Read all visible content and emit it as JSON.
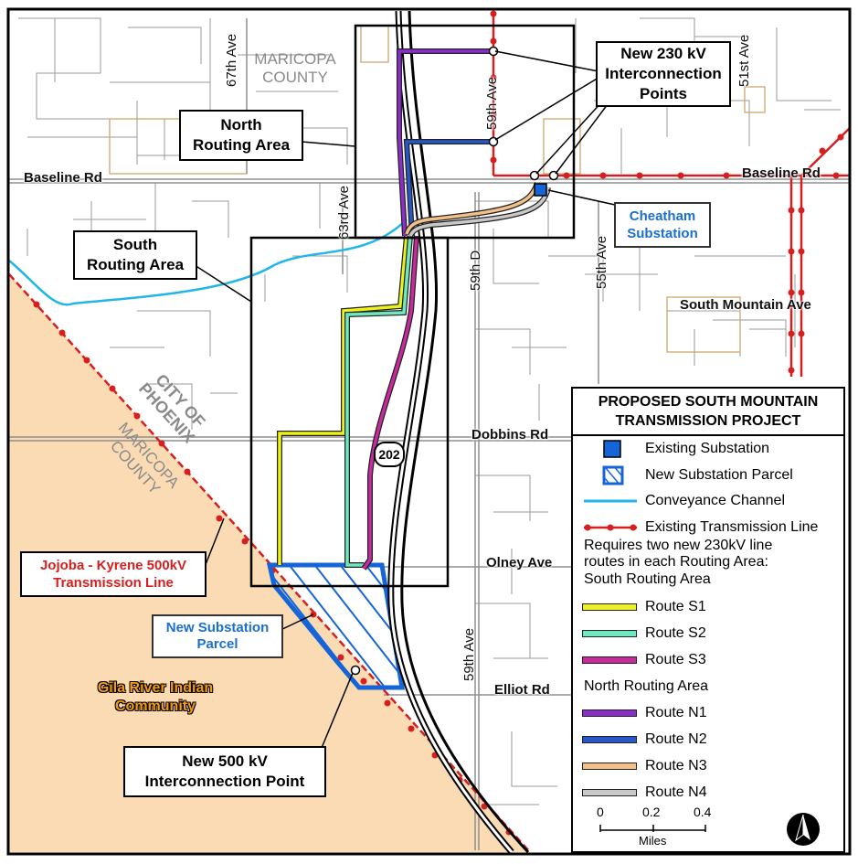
{
  "map": {
    "title_lines": [
      "PROPOSED SOUTH MOUNTAIN",
      "TRANSMISSION PROJECT"
    ],
    "colors": {
      "community_fill": "#fadbb4",
      "transmission": "#d61f1f",
      "conveyance": "#22b6e8",
      "route_s1": "#eef21c",
      "route_s2": "#6fe8c0",
      "route_s3": "#c8299c",
      "route_n1": "#8a2fc9",
      "route_n2": "#2757c9",
      "route_n3": "#f4c08a",
      "route_n4": "#c9c9c9",
      "substation": "#1565d8",
      "callout_blue": "#1a6fd1"
    },
    "streets": {
      "ave_67th": "67th Ave",
      "ave_63rd": "63rd Ave",
      "ave_59th_top": "59th Ave",
      "ave_51st": "51st Ave",
      "ave_59th_d": "59th D",
      "ave_55th": "55th Ave",
      "ave_59th_bottom": "59th Ave",
      "baseline_west": "Baseline Rd",
      "baseline_east": "Baseline Rd",
      "south_mountain": "South Mountain Ave",
      "dobbins": "Dobbins Rd",
      "olney": "Olney Ave",
      "elliot": "Elliot Rd"
    },
    "jurisdictions": {
      "maricopa_top": [
        "MARICOPA",
        "COUNTY"
      ],
      "city_of_phoenix": [
        "CITY OF",
        "PHOENIX"
      ],
      "maricopa_diag": [
        "MARICOPA",
        "COUNTY"
      ]
    },
    "highway_shield": "202",
    "community": [
      "Gila River Indian",
      "Community"
    ],
    "callouts": {
      "north_routing": [
        "North",
        "Routing Area"
      ],
      "south_routing": [
        "South",
        "Routing Area"
      ],
      "interconnect_230": [
        "New 230 kV",
        "Interconnection",
        "Points"
      ],
      "cheatham": [
        "Cheatham",
        "Substation"
      ],
      "jojoba": [
        "Jojoba - Kyrene 500kV",
        "Transmission Line"
      ],
      "new_parcel": [
        "New Substation",
        "Parcel"
      ],
      "interconnect_500": [
        "New 500 kV",
        "Interconnection Point"
      ]
    }
  },
  "legend": {
    "items": [
      {
        "label": "Existing Substation",
        "icon": "existing-substation"
      },
      {
        "label": "New Substation Parcel",
        "icon": "new-substation-parcel"
      },
      {
        "label": "Conveyance Channel",
        "icon": "conveyance-channel"
      },
      {
        "label": "Existing Transmission Line",
        "icon": "transmission-line"
      }
    ],
    "note": [
      "Requires two new 230kV line",
      "routes in each Routing Area:"
    ],
    "south_heading": "South Routing Area",
    "south_routes": [
      {
        "label": "Route S1",
        "color": "#eef21c"
      },
      {
        "label": "Route S2",
        "color": "#6fe8c0"
      },
      {
        "label": "Route S3",
        "color": "#c8299c"
      }
    ],
    "north_heading": "North Routing Area",
    "north_routes": [
      {
        "label": "Route N1",
        "color": "#8a2fc9"
      },
      {
        "label": "Route N2",
        "color": "#2757c9"
      },
      {
        "label": "Route N3",
        "color": "#f4c08a"
      },
      {
        "label": "Route N4",
        "color": "#c9c9c9"
      }
    ],
    "scale": {
      "ticks": [
        "0",
        "0.2",
        "0.4"
      ],
      "unit": "Miles"
    },
    "north_arrow_icon": "north-arrow-icon"
  }
}
